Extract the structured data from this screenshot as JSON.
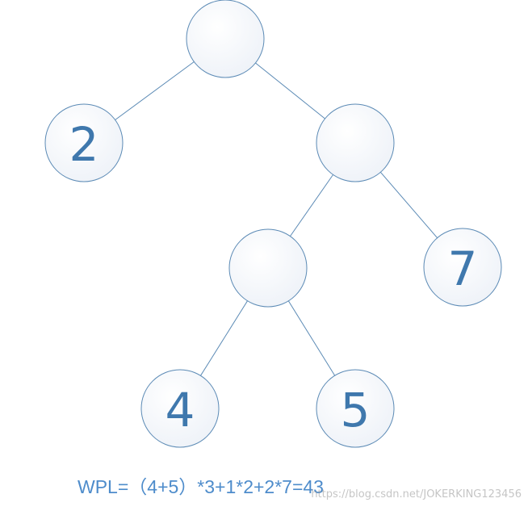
{
  "tree": {
    "nodes": [
      {
        "id": "root",
        "label": ""
      },
      {
        "id": "leaf-2",
        "label": "2"
      },
      {
        "id": "inner-right",
        "label": ""
      },
      {
        "id": "inner-left-lower",
        "label": ""
      },
      {
        "id": "leaf-7",
        "label": "7"
      },
      {
        "id": "leaf-4",
        "label": "4"
      },
      {
        "id": "leaf-5",
        "label": "5"
      }
    ],
    "edges": [
      {
        "from": "root",
        "to": "leaf-2"
      },
      {
        "from": "root",
        "to": "inner-right"
      },
      {
        "from": "inner-right",
        "to": "inner-left-lower"
      },
      {
        "from": "inner-right",
        "to": "leaf-7"
      },
      {
        "from": "inner-left-lower",
        "to": "leaf-4"
      },
      {
        "from": "inner-left-lower",
        "to": "leaf-5"
      }
    ]
  },
  "formula": "WPL=（4+5）*3+1*2+2*7=43",
  "watermark": "https://blog.csdn.net/JOKERKING123456",
  "colors": {
    "line": "#5b8ab5",
    "label": "#3f78ad",
    "formula": "#4e8ccb"
  }
}
